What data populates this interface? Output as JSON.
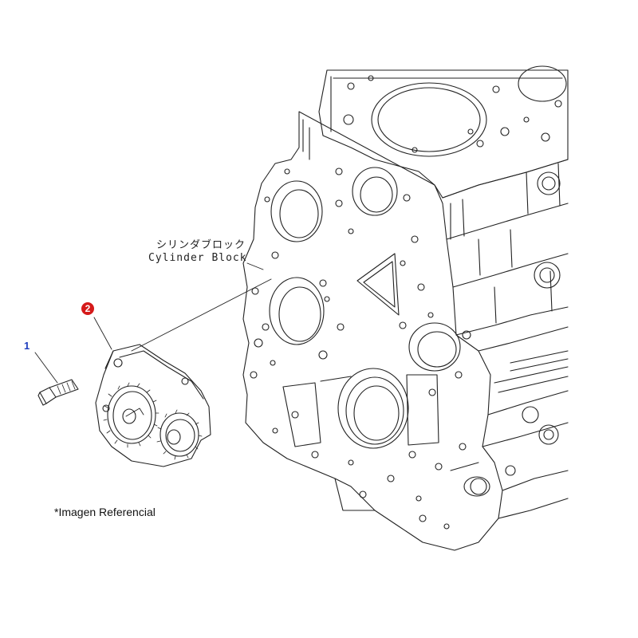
{
  "labels": {
    "block_jp": "シリンダブロック",
    "block_en": "Cylinder Block",
    "callout_bolt": "1",
    "callout_pump": "2",
    "note": "*Imagen Referencial"
  },
  "colors": {
    "line": "#222222",
    "callout_bolt": "#1f3fbf",
    "callout_pump": "#d51a1a",
    "background": "#ffffff"
  }
}
